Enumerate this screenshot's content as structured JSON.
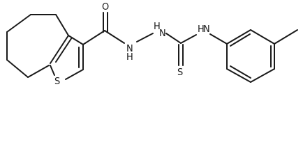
{
  "molecule": {
    "atoms": {
      "O": "O",
      "N1": "N",
      "H1": "H",
      "N2": "N",
      "H2": "H",
      "N3": "N",
      "H3": "H",
      "S_thiocarbonyl": "S",
      "S_ring": "S"
    }
  }
}
